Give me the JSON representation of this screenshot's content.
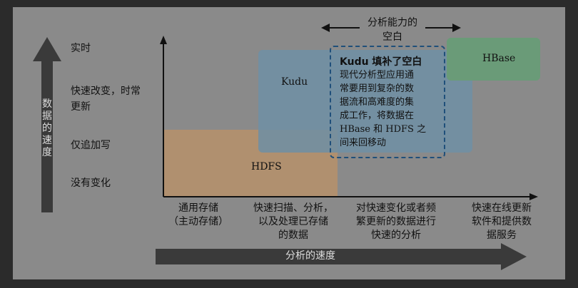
{
  "y_axis": {
    "arrow_label": "数据的速度",
    "levels": [
      "实时",
      "快速改变，时常\n更新",
      "仅追加写",
      "没有变化"
    ]
  },
  "x_axis": {
    "arrow_label": "分析的速度",
    "categories": [
      "通用存储\n（主动存储）",
      "快速扫描、分析，\n以及处理已存储\n的数据",
      "对快速变化或者频\n繁更新的数据进行\n快速的分析",
      "快速在线更新\n软件和提供数\n据服务"
    ]
  },
  "regions": {
    "hdfs": "HDFS",
    "kudu": "Kudu",
    "hbase": "HBase"
  },
  "gap": {
    "label": "分析能力的\n空白",
    "note_title": "Kudu 填补了空白",
    "note_body": "现代分析型应用通\n常要用到复杂的数\n据流和高难度的集\n成工作，将数据在\nHBase 和 HDFS 之\n间来回移动"
  },
  "colors": {
    "hdfs": "#b6906a",
    "kudu": "#6f8fa5",
    "hbase": "#6a9b78",
    "dash": "#1f4f7a",
    "arrow": "#3a3a3a"
  }
}
